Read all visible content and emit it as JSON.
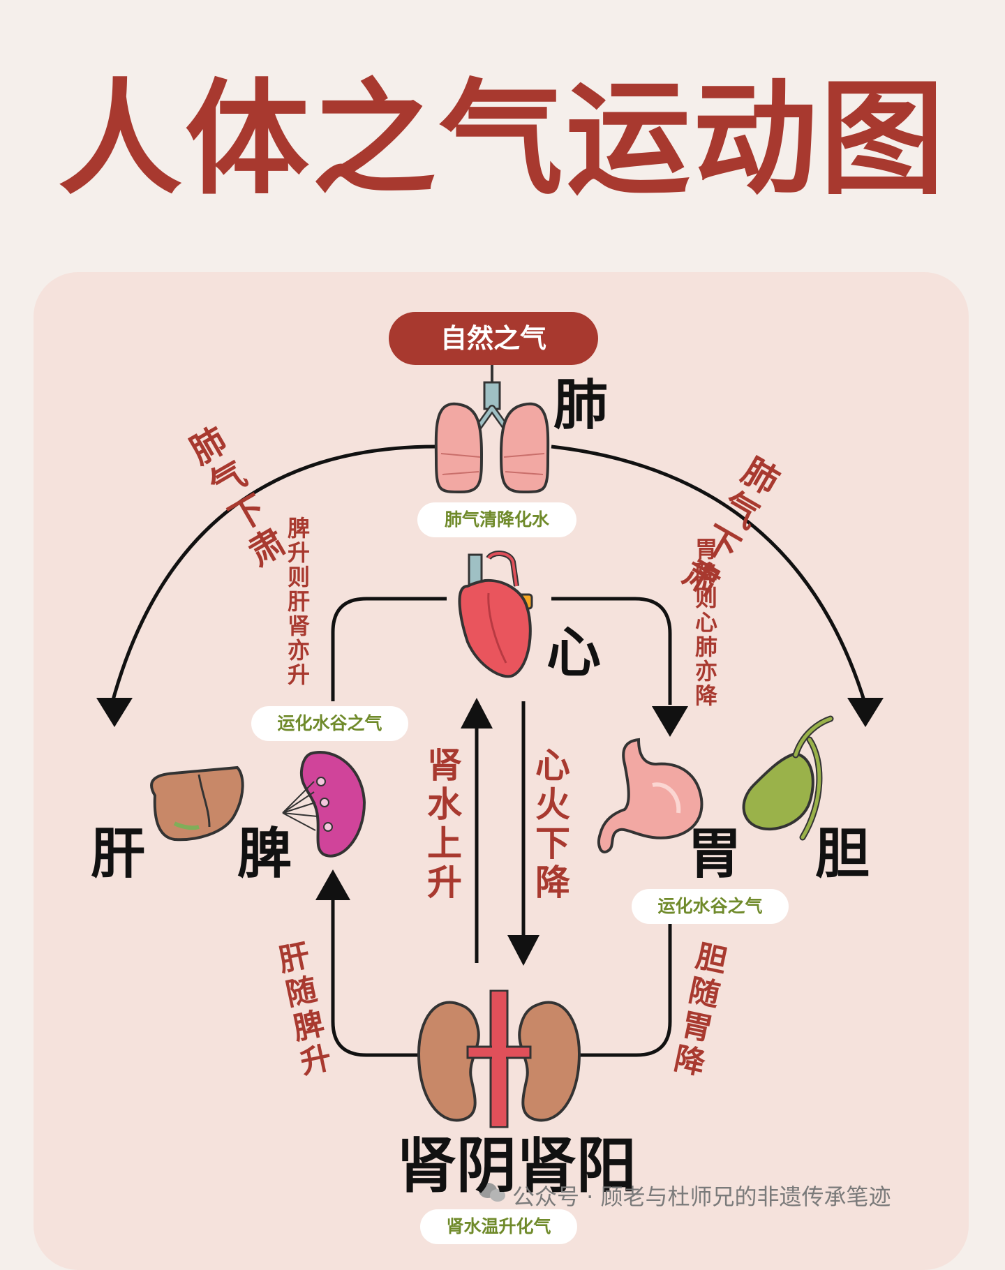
{
  "title": "人体之气运动图",
  "top_label": "自然之气",
  "organs": {
    "lung": "肺",
    "heart": "心",
    "liver": "肝",
    "spleen": "脾",
    "stomach": "胃",
    "gallbladder": "胆",
    "kidney": "肾阴肾阳"
  },
  "pills": {
    "lung": "肺气清降化水",
    "spleen": "运化水谷之气",
    "stomach": "运化水谷之气",
    "kidney": "肾水温升化气"
  },
  "arrow_labels": {
    "lung_left": "肺气下肃",
    "lung_right": "肺气下肃",
    "spleen_rise": "脾升则肝肾亦升",
    "stomach_fall": "胃降则心肺亦降",
    "kidney_water": "肾水上升",
    "heart_fire": "心火下降",
    "liver_follow": "肝随脾升",
    "gall_follow": "胆随胃降"
  },
  "footer": {
    "channel_prefix": "公众号 · ",
    "channel_name": "顾老与杜师兄的非遗传承笔迹"
  },
  "colors": {
    "title_red": "#a8392f",
    "label_green": "#6f8a2a",
    "background": "#f5efeb",
    "card": "#f5e2dc"
  }
}
